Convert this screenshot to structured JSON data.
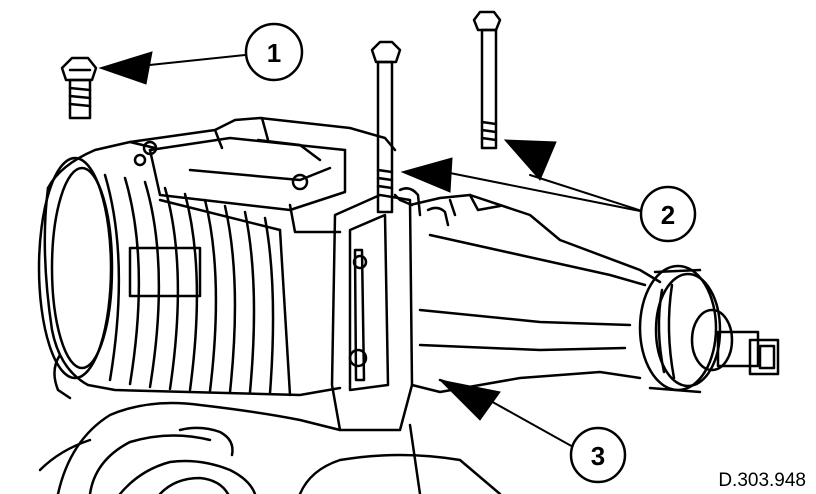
{
  "diagram": {
    "reference_code": "D.303.948",
    "callouts": [
      {
        "id": "1",
        "label": "1",
        "target": "small-bolt"
      },
      {
        "id": "2",
        "label": "2",
        "target": "long-bolts"
      },
      {
        "id": "3",
        "label": "3",
        "target": "supercharger-housing"
      }
    ],
    "line_color": "#000000",
    "background_color": "#ffffff"
  }
}
